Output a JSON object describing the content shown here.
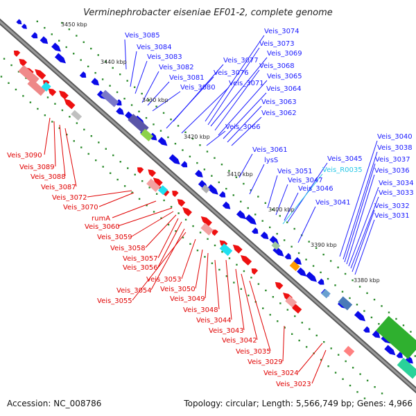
{
  "title": "Verminephrobacter eiseniae EF01-2, complete genome",
  "footer": {
    "accession": "Accession: NC_008786",
    "topology": "Topology: circular; Length: 5,566,749 bp; Genes: 4,966"
  },
  "kbp_ticks": [
    "3450 kbp",
    "3440 kbp",
    "3430 kbp",
    "3420 kbp",
    "3410 kbp",
    "3400 kbp",
    "3390 kbp",
    "3380 kbp"
  ],
  "labels_blue": [
    "Veis_3085",
    "Veis_3084",
    "Veis_3083",
    "Veis_3082",
    "Veis_3081",
    "Veis_3080",
    "Veis_3074",
    "Veis_3073",
    "Veis_3077",
    "Veis_3069",
    "Veis_3076",
    "Veis_3068",
    "Veis_3071",
    "Veis_3065",
    "Veis_3064",
    "Veis_3063",
    "Veis_3062",
    "Veis_3066",
    "Veis_3061",
    "lysS",
    "Veis_3051",
    "Veis_3047",
    "Veis_3046",
    "Veis_3045",
    "Veis_3041",
    "Veis_3040",
    "Veis_3038",
    "Veis_3037",
    "Veis_3036",
    "Veis_3034",
    "Veis_3033",
    "Veis_3032",
    "Veis_3031"
  ],
  "labels_cyan": [
    "Veis_R0035"
  ],
  "labels_red": [
    "Veis_3090",
    "Veis_3089",
    "Veis_3088",
    "Veis_3087",
    "Veis_3072",
    "Veis_3070",
    "rumA",
    "Veis_3060",
    "Veis_3059",
    "Veis_3058",
    "Veis_3057",
    "Veis_3056",
    "Veis_3053",
    "Veis_3054",
    "Veis_3050",
    "Veis_3055",
    "Veis_3049",
    "Veis_3048",
    "Veis_3044",
    "Veis_3043",
    "Veis_3042",
    "Veis_3035",
    "Veis_3029",
    "Veis_3024",
    "Veis_3023"
  ],
  "colors": {
    "forward": "#ff0000",
    "reverse": "#0000ee",
    "backbone": "#808080",
    "dots": "#2a8a2a",
    "cyan_label": "#22c6e6"
  }
}
